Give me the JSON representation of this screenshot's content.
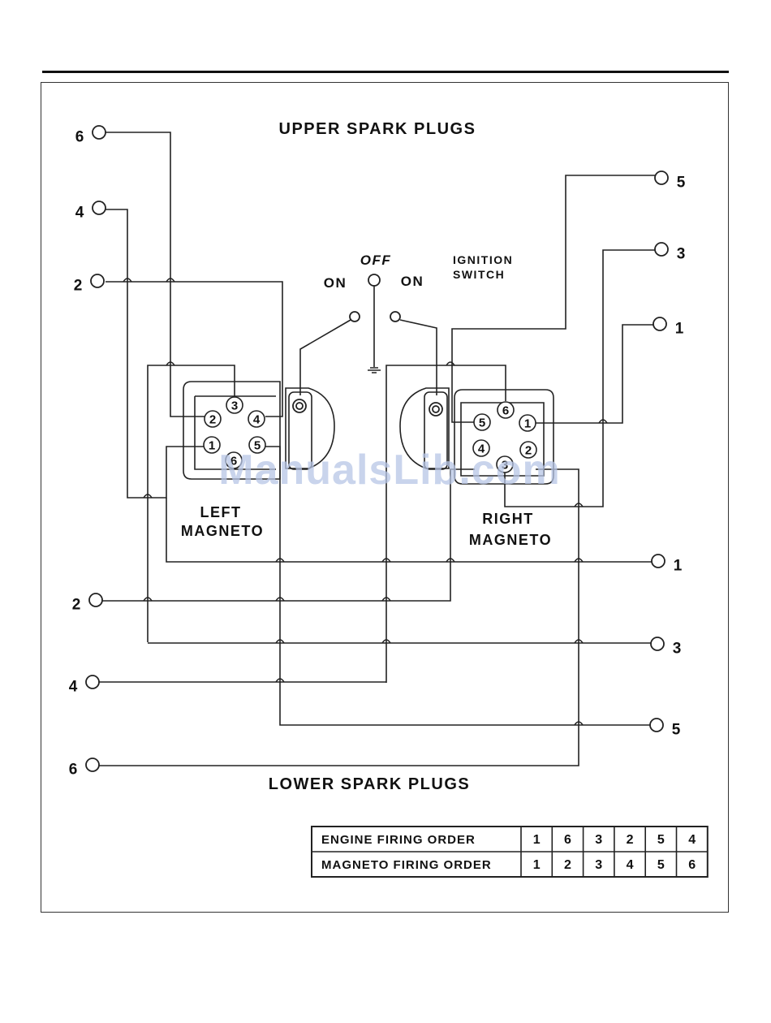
{
  "labels": {
    "upper": "UPPER SPARK PLUGS",
    "lower": "LOWER SPARK PLUGS",
    "off": "OFF",
    "on_left": "ON",
    "on_right": "ON",
    "ignition_1": "IGNITION",
    "ignition_2": "SWITCH",
    "left_mag_1": "LEFT",
    "left_mag_2": "MAGNETO",
    "right_mag_1": "RIGHT",
    "right_mag_2": "MAGNETO"
  },
  "upper_plugs": {
    "left": [
      "6",
      "4",
      "2"
    ],
    "right": [
      "5",
      "3",
      "1"
    ]
  },
  "lower_plugs": {
    "left": [
      "2",
      "4",
      "6"
    ],
    "right": [
      "1",
      "3",
      "5"
    ]
  },
  "left_magneto_pins": [
    "3",
    "2",
    "4",
    "1",
    "5",
    "6"
  ],
  "right_magneto_pins": [
    "6",
    "5",
    "1",
    "4",
    "2",
    "3"
  ],
  "firing_table": {
    "rows": [
      {
        "label": "ENGINE FIRING ORDER",
        "values": [
          "1",
          "6",
          "3",
          "2",
          "5",
          "4"
        ]
      },
      {
        "label": "MAGNETO FIRING ORDER",
        "values": [
          "1",
          "2",
          "3",
          "4",
          "5",
          "6"
        ]
      }
    ]
  },
  "watermark": "ManualsLib.com"
}
